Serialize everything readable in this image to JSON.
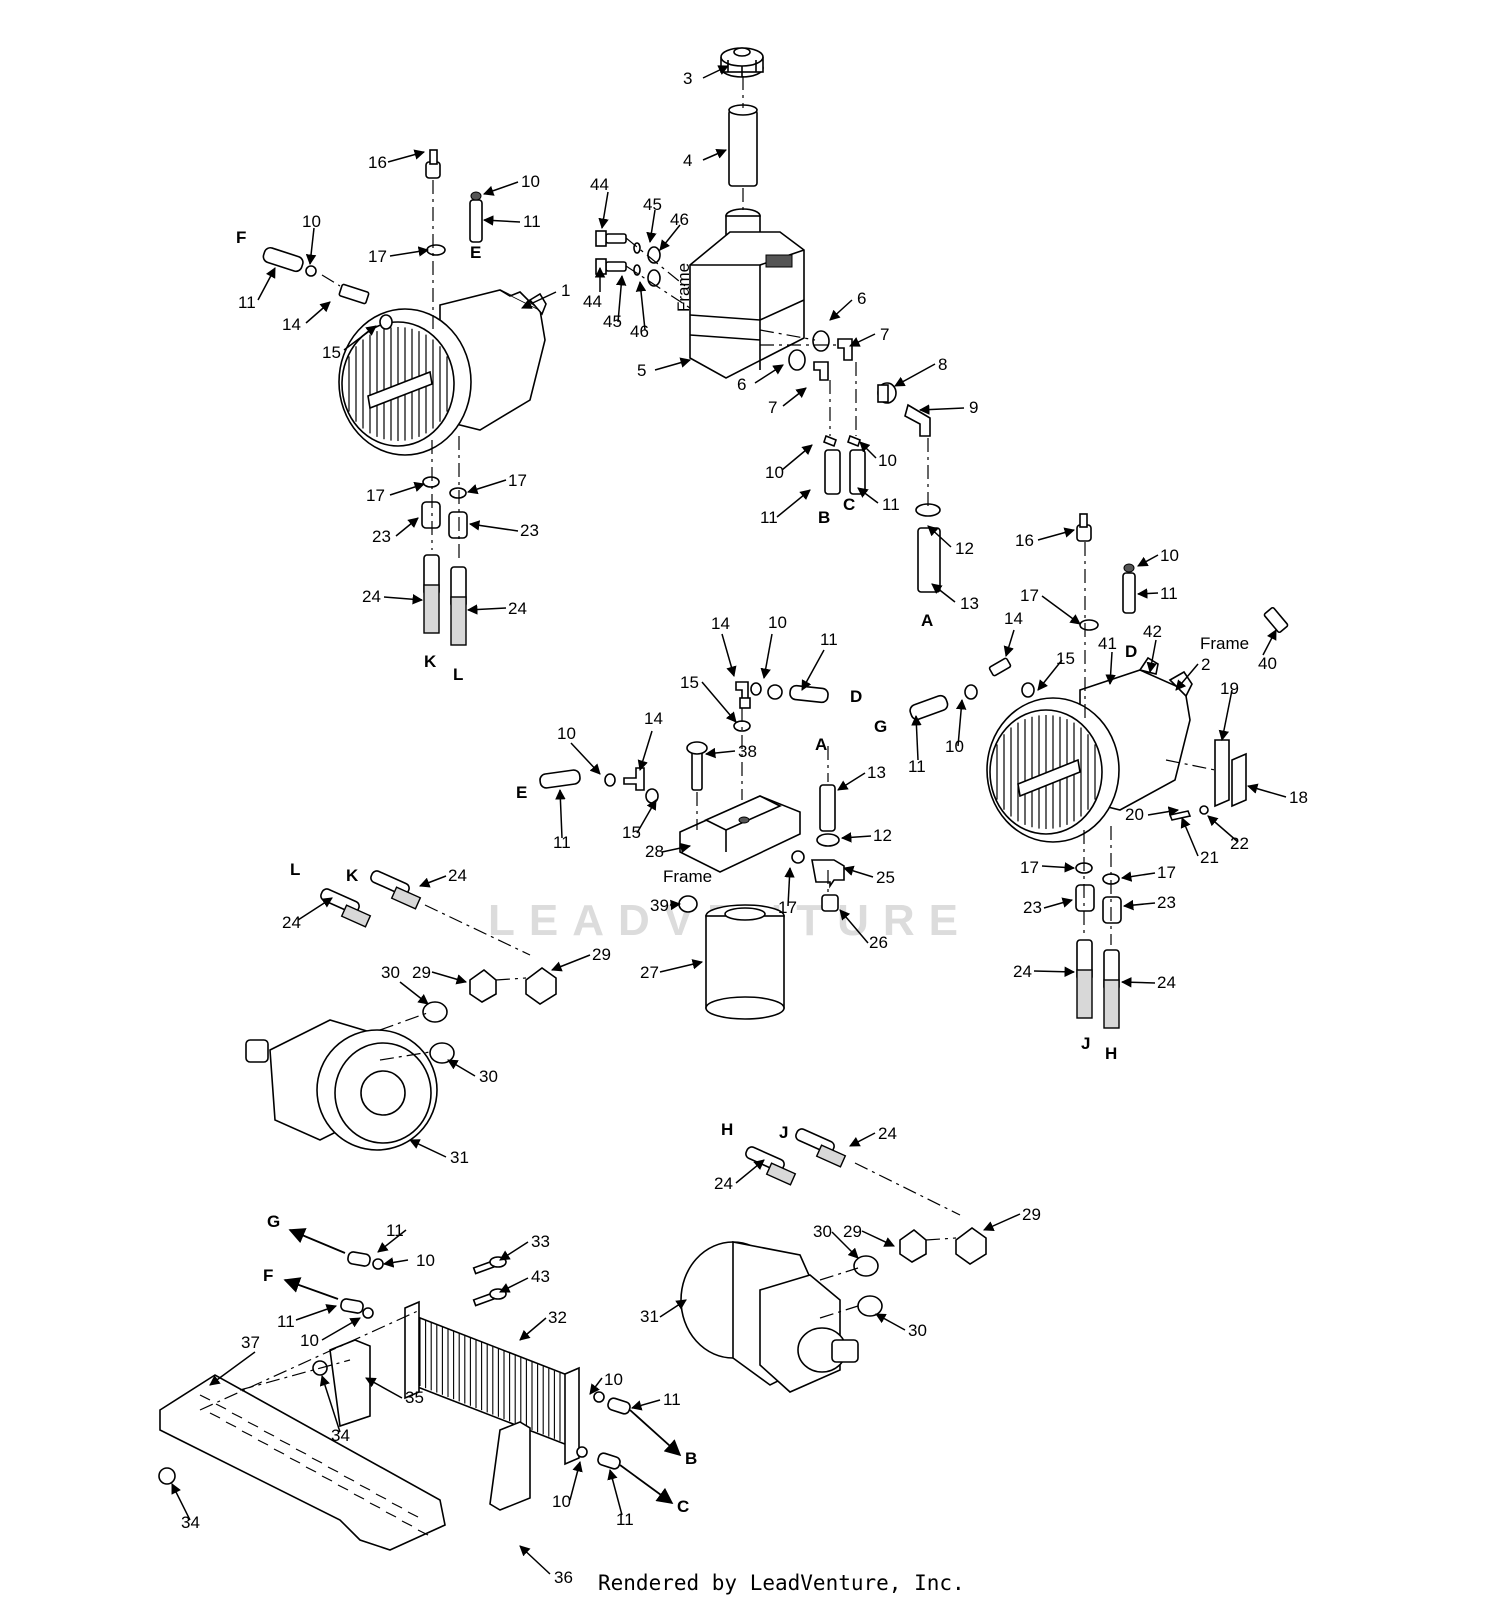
{
  "footer": {
    "text": "Rendered by LeadVenture, Inc."
  },
  "watermark": {
    "text": "LEADVENTURE"
  },
  "colors": {
    "ink": "#000000",
    "watermark": "#dcdcdc",
    "part_shade": "#d8d8d8"
  },
  "labels": [
    {
      "id": "l3",
      "text": "3"
    },
    {
      "id": "l4",
      "text": "4"
    },
    {
      "id": "l5",
      "text": "5"
    },
    {
      "id": "l6a",
      "text": "6"
    },
    {
      "id": "l6b",
      "text": "6"
    },
    {
      "id": "l7a",
      "text": "7"
    },
    {
      "id": "l7b",
      "text": "7"
    },
    {
      "id": "l8",
      "text": "8"
    },
    {
      "id": "l9",
      "text": "9"
    },
    {
      "id": "l10a",
      "text": "10"
    },
    {
      "id": "l10b",
      "text": "10"
    },
    {
      "id": "l11a",
      "text": "11"
    },
    {
      "id": "l11b",
      "text": "11"
    },
    {
      "id": "l12a",
      "text": "12"
    },
    {
      "id": "l13a",
      "text": "13"
    },
    {
      "id": "l44a",
      "text": "44"
    },
    {
      "id": "l44b",
      "text": "44"
    },
    {
      "id": "l45a",
      "text": "45"
    },
    {
      "id": "l45b",
      "text": "45"
    },
    {
      "id": "l46a",
      "text": "46"
    },
    {
      "id": "l46b",
      "text": "46"
    },
    {
      "id": "l16a",
      "text": "16"
    },
    {
      "id": "l10c",
      "text": "10"
    },
    {
      "id": "l11c",
      "text": "11"
    },
    {
      "id": "l17a",
      "text": "17"
    },
    {
      "id": "l10d",
      "text": "10"
    },
    {
      "id": "l11d",
      "text": "11"
    },
    {
      "id": "l14a",
      "text": "14"
    },
    {
      "id": "l15a",
      "text": "15"
    },
    {
      "id": "l1",
      "text": "1"
    },
    {
      "id": "l17b",
      "text": "17"
    },
    {
      "id": "l17c",
      "text": "17"
    },
    {
      "id": "l23a",
      "text": "23"
    },
    {
      "id": "l23b",
      "text": "23"
    },
    {
      "id": "l24a",
      "text": "24"
    },
    {
      "id": "l24b",
      "text": "24"
    },
    {
      "id": "l16b",
      "text": "16"
    },
    {
      "id": "l10e",
      "text": "10"
    },
    {
      "id": "l11e",
      "text": "11"
    },
    {
      "id": "l17d",
      "text": "17"
    },
    {
      "id": "l40",
      "text": "40"
    },
    {
      "id": "l41",
      "text": "41"
    },
    {
      "id": "l42",
      "text": "42"
    },
    {
      "id": "l2",
      "text": "2"
    },
    {
      "id": "l14b",
      "text": "14"
    },
    {
      "id": "l15b",
      "text": "15"
    },
    {
      "id": "l10f",
      "text": "10"
    },
    {
      "id": "l11f",
      "text": "11"
    },
    {
      "id": "l19",
      "text": "19"
    },
    {
      "id": "l18",
      "text": "18"
    },
    {
      "id": "l20",
      "text": "20"
    },
    {
      "id": "l21",
      "text": "21"
    },
    {
      "id": "l22",
      "text": "22"
    },
    {
      "id": "l17e",
      "text": "17"
    },
    {
      "id": "l17f",
      "text": "17"
    },
    {
      "id": "l23c",
      "text": "23"
    },
    {
      "id": "l23d",
      "text": "23"
    },
    {
      "id": "l24c",
      "text": "24"
    },
    {
      "id": "l24d",
      "text": "24"
    },
    {
      "id": "l14c",
      "text": "14"
    },
    {
      "id": "l10g",
      "text": "10"
    },
    {
      "id": "l11g",
      "text": "11"
    },
    {
      "id": "l15c",
      "text": "15"
    },
    {
      "id": "l38",
      "text": "38"
    },
    {
      "id": "l14d",
      "text": "14"
    },
    {
      "id": "l10h",
      "text": "10"
    },
    {
      "id": "l11h",
      "text": "11"
    },
    {
      "id": "l15d",
      "text": "15"
    },
    {
      "id": "l13b",
      "text": "13"
    },
    {
      "id": "l12b",
      "text": "12"
    },
    {
      "id": "l28",
      "text": "28"
    },
    {
      "id": "l17g",
      "text": "17"
    },
    {
      "id": "l25",
      "text": "25"
    },
    {
      "id": "l39",
      "text": "39"
    },
    {
      "id": "l26",
      "text": "26"
    },
    {
      "id": "l27",
      "text": "27"
    },
    {
      "id": "l24e",
      "text": "24"
    },
    {
      "id": "l24f",
      "text": "24"
    },
    {
      "id": "l29a",
      "text": "29"
    },
    {
      "id": "l29b",
      "text": "29"
    },
    {
      "id": "l30a",
      "text": "30"
    },
    {
      "id": "l30b",
      "text": "30"
    },
    {
      "id": "l31a",
      "text": "31"
    },
    {
      "id": "l24g",
      "text": "24"
    },
    {
      "id": "l24h",
      "text": "24"
    },
    {
      "id": "l29c",
      "text": "29"
    },
    {
      "id": "l29d",
      "text": "29"
    },
    {
      "id": "l30c",
      "text": "30"
    },
    {
      "id": "l30d",
      "text": "30"
    },
    {
      "id": "l31b",
      "text": "31"
    },
    {
      "id": "l11i",
      "text": "11"
    },
    {
      "id": "l10i",
      "text": "10"
    },
    {
      "id": "l11j",
      "text": "11"
    },
    {
      "id": "l10j",
      "text": "10"
    },
    {
      "id": "l33",
      "text": "33"
    },
    {
      "id": "l43",
      "text": "43"
    },
    {
      "id": "l32",
      "text": "32"
    },
    {
      "id": "l37",
      "text": "37"
    },
    {
      "id": "l35",
      "text": "35"
    },
    {
      "id": "l34a",
      "text": "34"
    },
    {
      "id": "l34b",
      "text": "34"
    },
    {
      "id": "l10k",
      "text": "10"
    },
    {
      "id": "l11k",
      "text": "11"
    },
    {
      "id": "l10l",
      "text": "10"
    },
    {
      "id": "l11l",
      "text": "11"
    },
    {
      "id": "l36",
      "text": "36"
    }
  ],
  "letters": [
    {
      "id": "tF1",
      "text": "F"
    },
    {
      "id": "tE1",
      "text": "E"
    },
    {
      "id": "tK1",
      "text": "K"
    },
    {
      "id": "tL1",
      "text": "L"
    },
    {
      "id": "tB1",
      "text": "B"
    },
    {
      "id": "tC1",
      "text": "C"
    },
    {
      "id": "tA1",
      "text": "A"
    },
    {
      "id": "tD1",
      "text": "D"
    },
    {
      "id": "tG1",
      "text": "G"
    },
    {
      "id": "tD2",
      "text": "D"
    },
    {
      "id": "tE2",
      "text": "E"
    },
    {
      "id": "tA2",
      "text": "A"
    },
    {
      "id": "tJ1",
      "text": "J"
    },
    {
      "id": "tH1",
      "text": "H"
    },
    {
      "id": "tL2",
      "text": "L"
    },
    {
      "id": "tK2",
      "text": "K"
    },
    {
      "id": "tH2",
      "text": "H"
    },
    {
      "id": "tJ2",
      "text": "J"
    },
    {
      "id": "tG2",
      "text": "G"
    },
    {
      "id": "tF2",
      "text": "F"
    },
    {
      "id": "tB2",
      "text": "B"
    },
    {
      "id": "tC2",
      "text": "C"
    }
  ],
  "frame_labels": [
    {
      "id": "fr1",
      "text": "Frame"
    },
    {
      "id": "fr2",
      "text": "Frame"
    },
    {
      "id": "fr3",
      "text": "Frame"
    }
  ]
}
